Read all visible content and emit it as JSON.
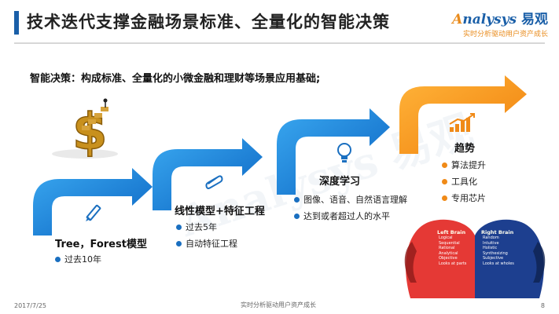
{
  "header": {
    "title": "技术迭代支撑金融场景标准、全量化的智能决策",
    "logo_text": "nalysys",
    "logo_cn": "易观",
    "logo_tagline": "实时分析驱动用户资产成长"
  },
  "subtitle": "智能决策：构成标准、全量化的小微金融和理财等场景应用基础;",
  "stages": [
    {
      "title": "Tree，Forest模型",
      "icon": "pencil-icon",
      "bullets": [
        "过去10年"
      ]
    },
    {
      "title": "线性模型+特征工程",
      "icon": "paperclip-icon",
      "bullets": [
        "过去5年",
        "自动特征工程"
      ]
    },
    {
      "title": "深度学习",
      "icon": "lightbulb-icon",
      "bullets": [
        "图像、语音、自然语言理解",
        "达到或者超过人的水平"
      ]
    },
    {
      "title": "趋势",
      "icon": "bar-chart-icon",
      "bullets": [
        "算法提升",
        "工具化",
        "专用芯片"
      ]
    }
  ],
  "brain": {
    "left_title": "Left Brain",
    "left_items": [
      "Logical",
      "Sequential",
      "Rational",
      "Analytical",
      "Objective",
      "Looks at parts"
    ],
    "right_title": "Right Brain",
    "right_items": [
      "Random",
      "Intuitive",
      "Holistic",
      "Synthesizing",
      "Subjective",
      "Looks at wholes"
    ]
  },
  "watermark": "Analysys 易观",
  "footer": {
    "date": "2017/7/25",
    "center": "实时分析驱动用户资产成长",
    "page": "8"
  },
  "colors": {
    "blue": "#1a6fc0",
    "orange": "#f08a17",
    "title_bar": "#1a5fa8"
  }
}
